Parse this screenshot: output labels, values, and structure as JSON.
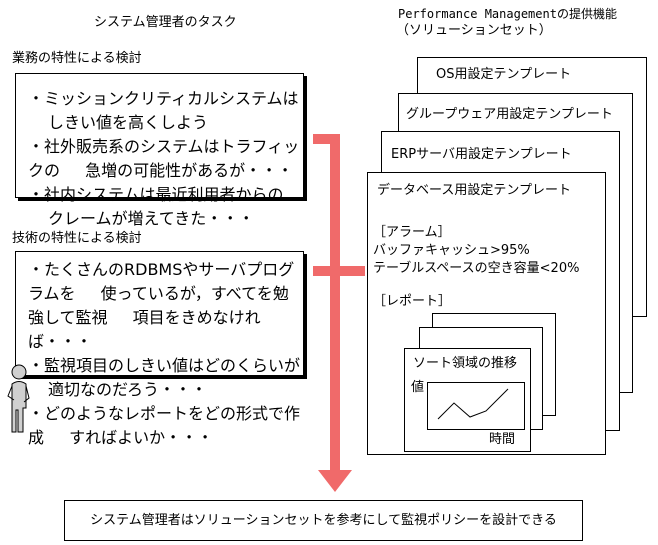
{
  "admin_tasks_title": "システム管理者のタスク",
  "pm_title_line1": "Performance Managementの提供機能",
  "pm_title_line2": "（ソリューションセット）",
  "business": {
    "heading": "業務の特性による検討",
    "items": [
      [
        "・ミッションクリティカルシステムは",
        "しきい値を高くしよう"
      ],
      [
        "・社外販売系のシステムはトラフィックの",
        "急増の可能性があるが・・・"
      ],
      [
        "・社内システムは最近利用者からの",
        "クレームが増えてきた・・・"
      ]
    ]
  },
  "technical": {
    "heading": "技術の特性による検討",
    "items": [
      [
        "・たくさんのRDBMSやサーバプログラムを",
        "使っているが，すべてを勉強して監視",
        "項目をきめなければ・・・"
      ],
      [
        "・監視項目のしきい値はどのくらいが",
        "適切なのだろう・・・"
      ],
      [
        "・どのようなレポートをどの形式で作成",
        "すればよいか・・・"
      ]
    ]
  },
  "templates": {
    "os": "OS用設定テンプレート",
    "groupware": "グループウェア用設定テンプレート",
    "erp": "ERPサーバ用設定テンプレート",
    "database": "データベース用設定テンプレート"
  },
  "alarm": {
    "heading": "［アラーム］",
    "line1": "バッファキャッシュ>95%",
    "line2": "テーブルスペースの空き容量<20%"
  },
  "report": {
    "heading": "［レポート］",
    "card_title": "ソート領域の推移",
    "y_label": "値",
    "x_label": "時間"
  },
  "conclusion": "システム管理者はソリューションセットを参考にして監視ポリシーを設計できる",
  "colors": {
    "arrow": "#f06a6a",
    "border": "#000000",
    "background": "#ffffff"
  }
}
